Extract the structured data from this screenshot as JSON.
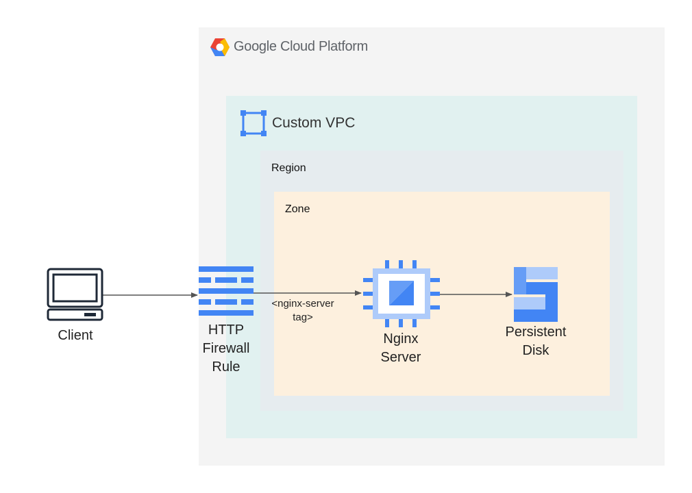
{
  "platform": {
    "title": "Google Cloud Platform"
  },
  "vpc": {
    "title": "Custom VPC"
  },
  "region": {
    "title": "Region"
  },
  "zone": {
    "title": "Zone"
  },
  "nodes": {
    "client": {
      "label": "Client",
      "icon": "desktop-computer-icon"
    },
    "firewall": {
      "label_lines": [
        "HTTP",
        "Firewall",
        "Rule"
      ],
      "icon": "firewall-icon"
    },
    "nginx": {
      "label_lines": [
        "Nginx",
        "Server"
      ],
      "icon": "compute-engine-icon"
    },
    "disk": {
      "label_lines": [
        "Persistent",
        "Disk"
      ],
      "icon": "persistent-disk-icon"
    }
  },
  "edges": {
    "firewall_to_nginx": {
      "label_lines": [
        "<nginx-server",
        "tag>"
      ]
    }
  },
  "colors": {
    "gcp_background": "#f4f4f4",
    "vpc_background": "#e1f1f0",
    "region_background": "#e6ecef",
    "zone_background": "#fdf0de",
    "google_blue": "#4285f4",
    "light_blue": "#aecbfa",
    "arrow": "#555555"
  }
}
